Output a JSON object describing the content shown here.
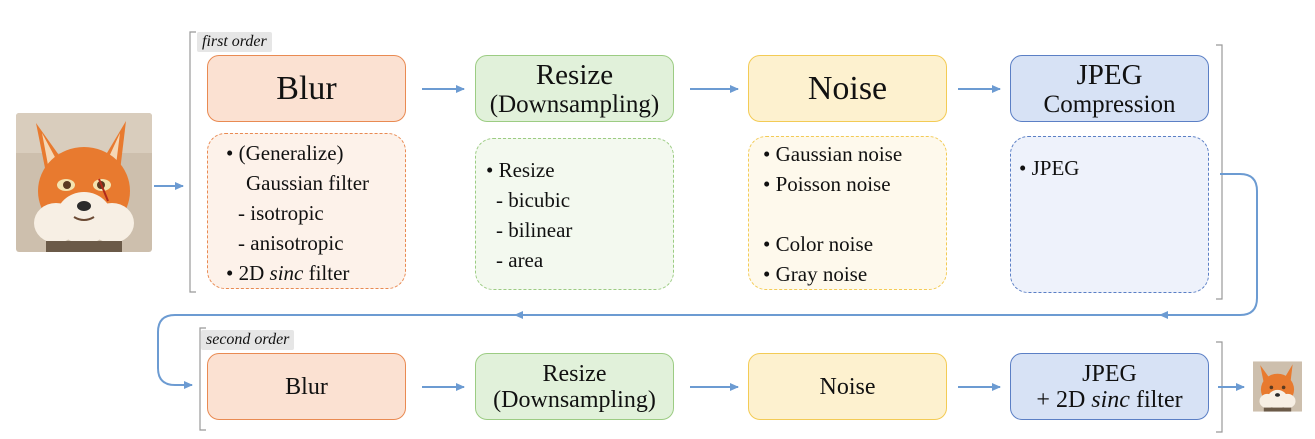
{
  "first_order": {
    "label": "first order",
    "blur": {
      "title": "Blur",
      "details": [
        "• (Generalize)",
        "Gaussian filter",
        "- isotropic",
        "- anisotropic"
      ],
      "sinc": {
        "prefix": "• 2D ",
        "word": "sinc",
        "suffix": " filter"
      }
    },
    "resize": {
      "title": "Resize",
      "subtitle": "(Downsampling)",
      "details": [
        "• Resize",
        "- bicubic",
        "- bilinear",
        "- area"
      ]
    },
    "noise": {
      "title": "Noise",
      "details": [
        "• Gaussian noise",
        "• Poisson noise",
        "• Color noise",
        "• Gray noise"
      ]
    },
    "jpeg": {
      "title": "JPEG",
      "subtitle": "Compression",
      "details": [
        "• JPEG"
      ]
    }
  },
  "second_order": {
    "label": "second order",
    "blur": {
      "title": "Blur"
    },
    "resize": {
      "title": "Resize",
      "subtitle": "(Downsampling)"
    },
    "noise": {
      "title": "Noise"
    },
    "jpeg": {
      "title": "JPEG",
      "sinc": {
        "prefix": "+ 2D ",
        "word": "sinc",
        "suffix": " filter"
      }
    }
  },
  "colors": {
    "arrow": "#6c9bd2",
    "blur": "#e98a52",
    "resize": "#9ccc83",
    "noise": "#f3cb55",
    "jpeg": "#5b7fc5",
    "fox": "#e87a2f"
  }
}
